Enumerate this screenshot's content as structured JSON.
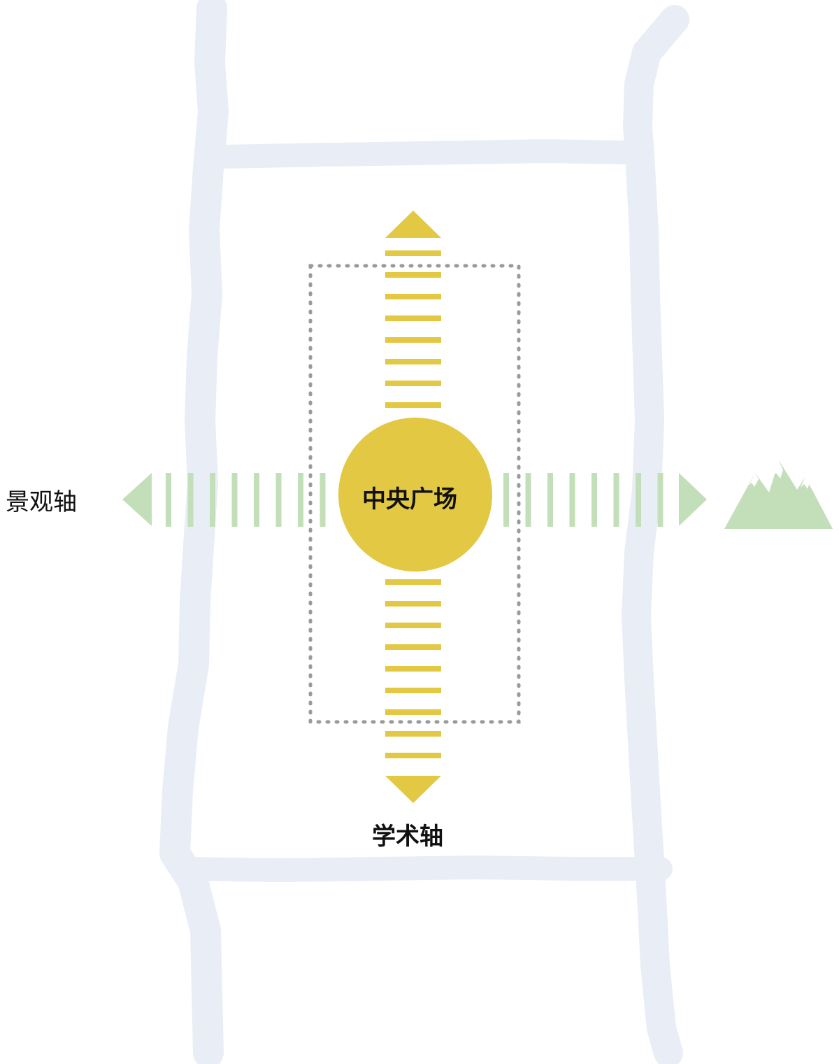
{
  "labels": {
    "central_plaza": "中央广场",
    "landscape_axis": "景观轴",
    "academic_axis": "学术轴"
  },
  "colors": {
    "road": "#e9edf5",
    "academic_axis": "#e3c844",
    "landscape_axis": "#c3dfb9",
    "plaza": "#e3c844",
    "boundary": "#9a9a9a",
    "mountain": "#c3dfb9",
    "snow": "#ffffff"
  },
  "icons": {
    "mountain": "mountain-icon"
  }
}
